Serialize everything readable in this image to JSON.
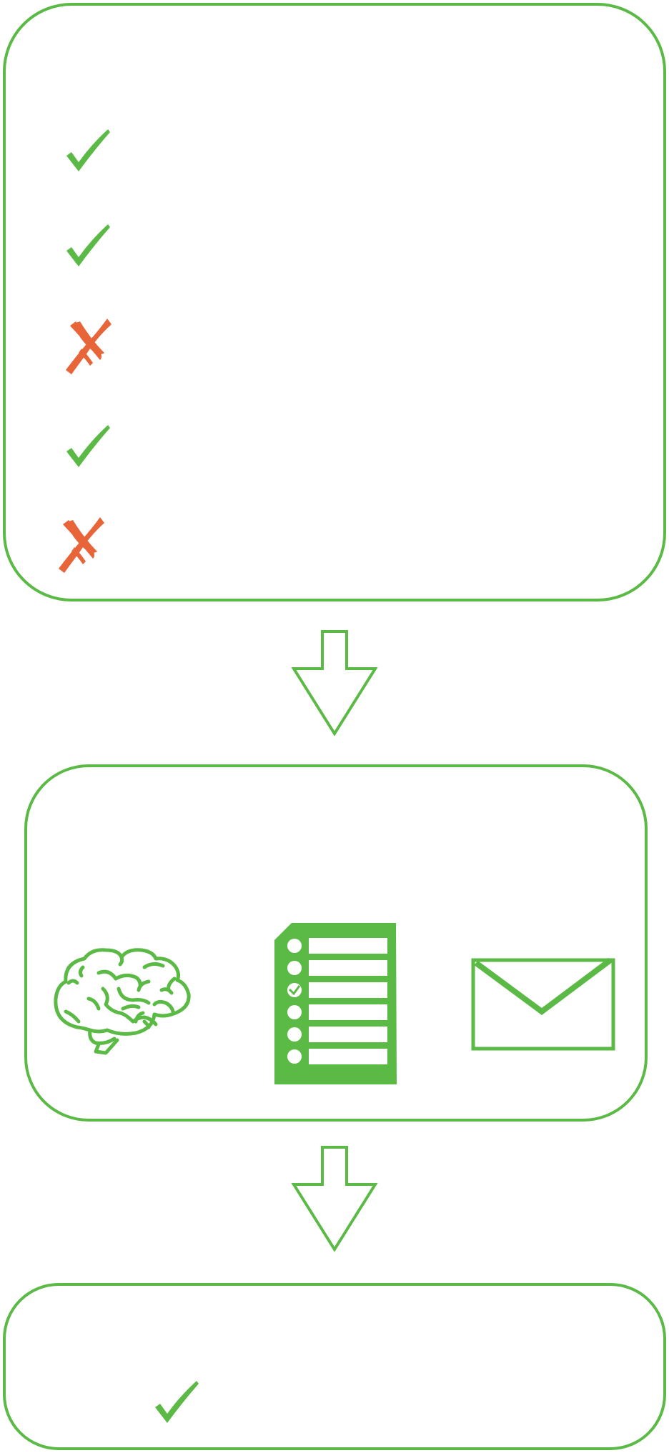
{
  "colors": {
    "accent": "#5aba45",
    "cross": "#e8653a",
    "background": "#ffffff"
  },
  "criteria_panel": {
    "items": [
      {
        "status": "check",
        "icon": "check-icon",
        "text": ""
      },
      {
        "status": "check",
        "icon": "check-icon",
        "text": ""
      },
      {
        "status": "cross",
        "icon": "cross-icon",
        "text": ""
      },
      {
        "status": "check",
        "icon": "check-icon",
        "text": ""
      },
      {
        "status": "cross",
        "icon": "cross-icon",
        "text": ""
      }
    ]
  },
  "tools_panel": {
    "icons": [
      "brain-icon",
      "checklist-document-icon",
      "envelope-icon"
    ]
  },
  "result_panel": {
    "status": "check",
    "icon": "check-icon",
    "text": ""
  },
  "connectors": [
    "down-arrow-icon",
    "down-arrow-icon"
  ]
}
